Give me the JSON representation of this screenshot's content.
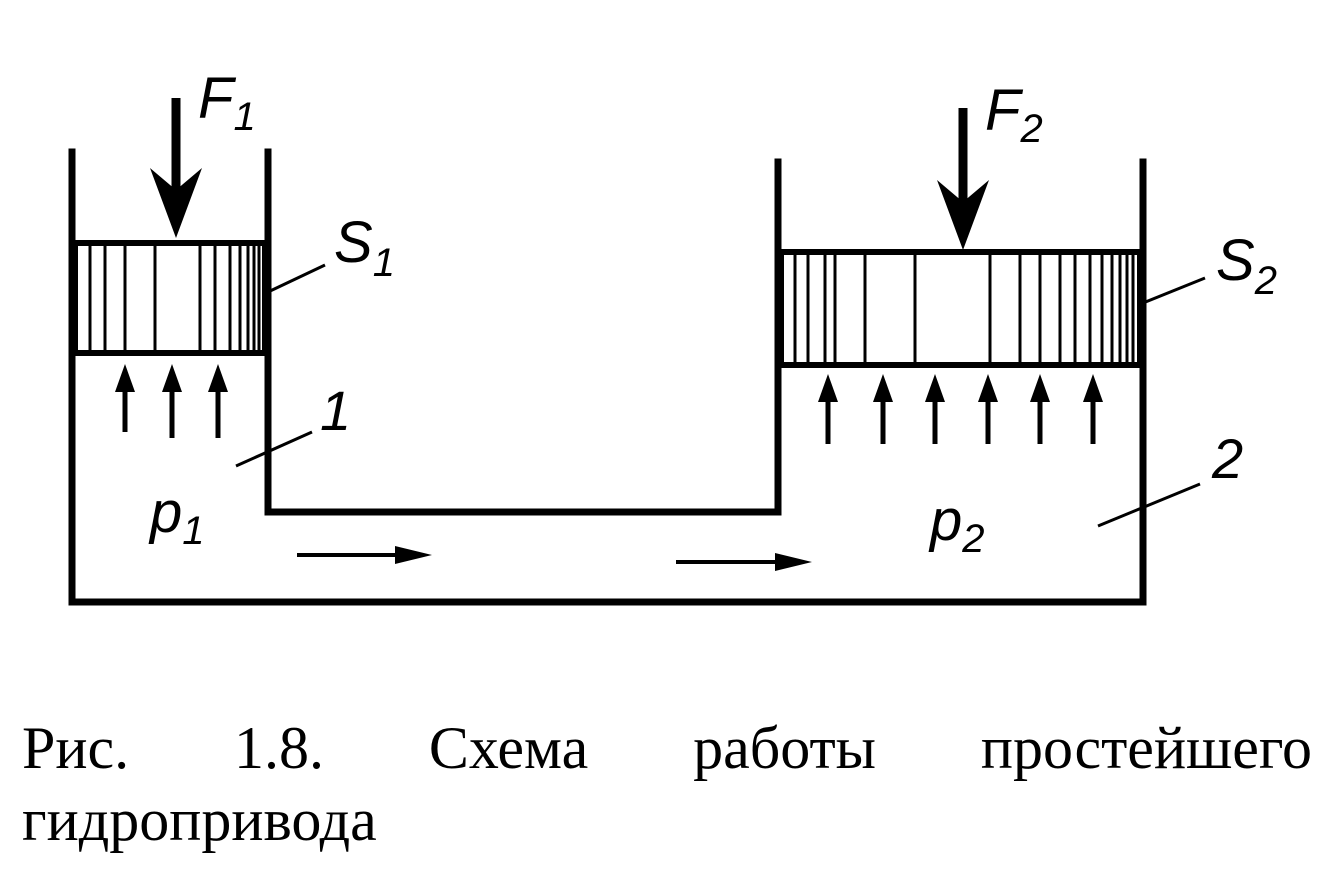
{
  "labels": {
    "force_1": "F",
    "force_1_sub": "1",
    "force_2": "F",
    "force_2_sub": "2",
    "area_1": "S",
    "area_1_sub": "1",
    "area_2": "S",
    "area_2_sub": "2",
    "pressure_1": "p",
    "pressure_1_sub": "1",
    "pressure_2": "p",
    "pressure_2_sub": "2",
    "cylinder_1": "1",
    "cylinder_2": "2"
  },
  "caption": {
    "line1": "Рис.  1.8.  Схема  работы  простейшего",
    "line2": "гидропривода"
  }
}
